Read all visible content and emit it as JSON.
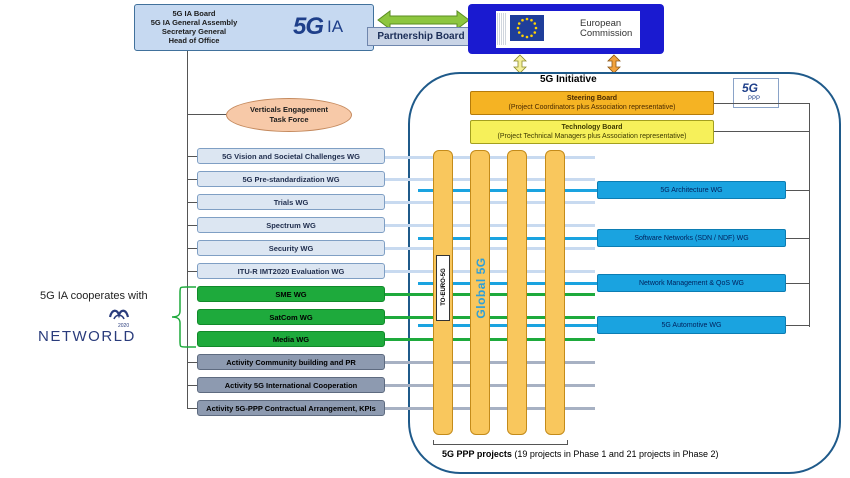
{
  "ia_board": {
    "lines": [
      "5G IA Board",
      "5G IA General Assembly",
      "Secretary General",
      "Head of Office"
    ],
    "logo_prefix": "5G",
    "logo_suffix": "IA"
  },
  "partnership_board": "Partnership Board",
  "ec": {
    "line1": "European",
    "line2": "Commission"
  },
  "initiative_title": "5G Initiative",
  "ppp_logo": {
    "top": "5G",
    "bottom": "PPP"
  },
  "steering_board": {
    "title": "Steering Board",
    "subtitle": "(Project Coordinators plus Association representative)"
  },
  "technology_board": {
    "title": "Technology Board",
    "subtitle": "(Project Technical Managers plus Association representative)"
  },
  "verticals": {
    "line1": "Verticals Engagement",
    "line2": "Task Force"
  },
  "left_wgs": [
    "5G Vision and Societal Challenges WG",
    "5G Pre-standardization WG",
    "Trials WG",
    "Spectrum WG",
    "Security WG",
    "ITU-R IMT2020 Evaluation  WG"
  ],
  "green_wgs": [
    "SME WG",
    "SatCom WG",
    "Media WG"
  ],
  "activities": [
    "Activity Community building and PR",
    "Activity 5G International Cooperation",
    "Activity 5G-PPP Contractual Arrangement, KPIs"
  ],
  "right_wgs": [
    "5G Architecture WG",
    "Software Networks (SDN / NDF) WG",
    "Network Management  & QoS WG",
    "5G Automotive WG"
  ],
  "networld": {
    "caption": "5G IA cooperates with",
    "name": "NETWORLD",
    "year": "2020"
  },
  "pillar_labels": {
    "toeuro": "TO-EURO-5G",
    "global": "Global 5G"
  },
  "footer": {
    "bold": "5G PPP projects",
    "normal": " (19 projects in Phase 1 and 21 projects in Phase 2)"
  },
  "colors": {
    "light_box": "#dce6f2",
    "green_box": "#1eaa3c",
    "grey_box": "#8d9ab0",
    "right_box": "#1aa3e0",
    "pillar": "#f9c75d",
    "initiative_border": "#1f5a8a",
    "steering": "#f5b323",
    "technology": "#f6f05a",
    "verticals": "#f7c9a8"
  },
  "icons": [
    "eu-flag-icon",
    "double-arrow-icon",
    "networld-logo-icon",
    "5g-ia-logo-icon",
    "5g-ppp-logo-icon"
  ]
}
